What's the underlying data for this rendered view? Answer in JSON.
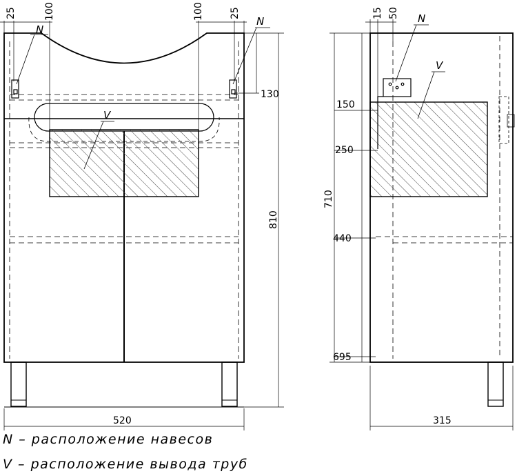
{
  "front_view": {
    "top_left_offsets": [
      "25",
      "100"
    ],
    "top_right_offsets": [
      "100",
      "25"
    ],
    "hinge_label_left": "N",
    "hinge_label_right": "N",
    "hinge_height": "130",
    "pipe_label": "V",
    "total_height": "810",
    "total_width": "520"
  },
  "side_view": {
    "top_offsets": [
      "15",
      "50"
    ],
    "hinge_label": "N",
    "pipe_label": "V",
    "total_height": "710",
    "levels": [
      "150",
      "250",
      "440",
      "695"
    ],
    "total_depth": "315"
  },
  "legend": [
    {
      "symbol": "N",
      "text": "N  –  расположение навесов"
    },
    {
      "symbol": "V",
      "text": "V  –  расположение вывода труб"
    }
  ]
}
